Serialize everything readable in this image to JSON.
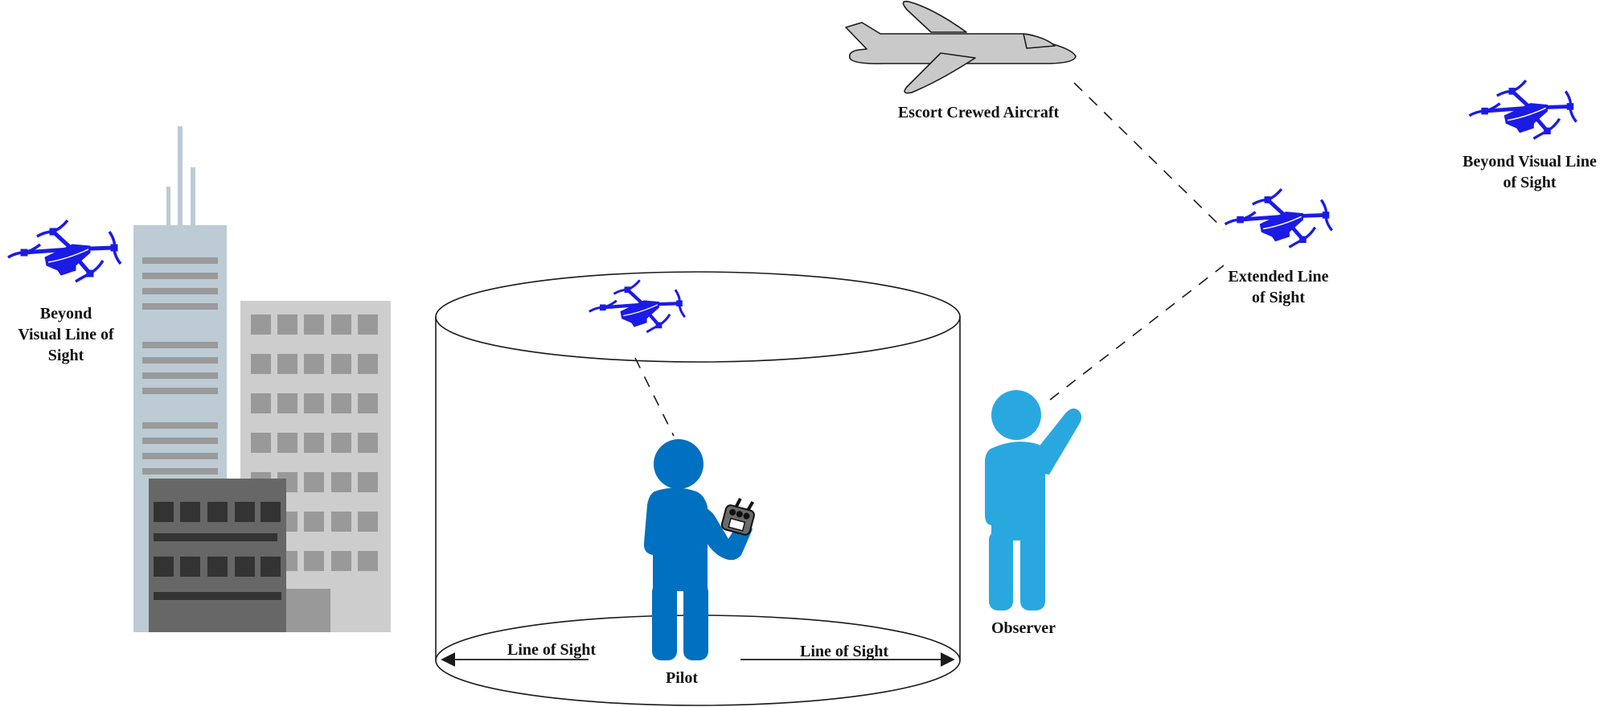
{
  "colors": {
    "drone": "#1b1be6",
    "pilot": "#0070c0",
    "observer": "#29a8e0",
    "aircraft_fill": "#c9c9c9",
    "tower": "#bccbd4",
    "tower_stripe": "#9a9a9a",
    "office": "#cdcdcd",
    "office_window": "#999999",
    "dark_building": "#676767",
    "dark_window": "#333333",
    "controller": "#6b6b6b",
    "line": "#1a1a1a"
  },
  "labels": {
    "bvlos_left": [
      "Beyond",
      "Visual Line of",
      "Sight"
    ],
    "bvlos_right": [
      "Beyond Visual Line",
      "of Sight"
    ],
    "escort_aircraft": "Escort Crewed Aircraft",
    "extended_los": [
      "Extended Line",
      "of Sight"
    ],
    "observer": "Observer",
    "pilot": "Pilot",
    "los_left": "Line of Sight",
    "los_right": "Line of Sight"
  },
  "icons": {
    "drone": "quadcopter-drone-icon",
    "aircraft": "airplane-icon",
    "pilot": "person-with-controller-icon",
    "observer": "person-waving-icon",
    "controller": "remote-controller-icon",
    "buildings": "city-buildings-icon"
  }
}
